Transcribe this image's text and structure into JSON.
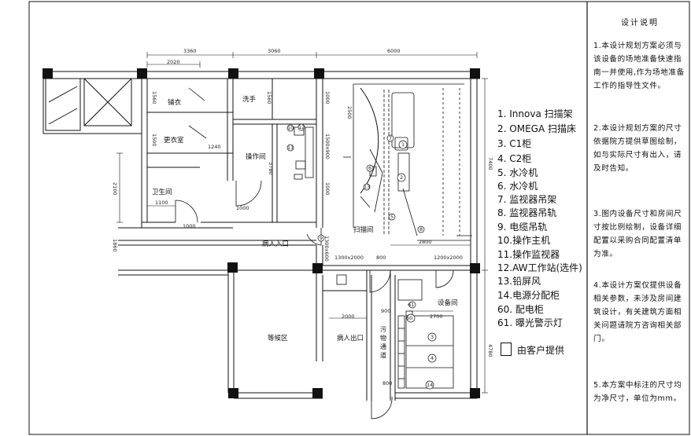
{
  "notes": {
    "title": "设计说明",
    "items": [
      "1.本设计规划方案必须与该设备的场地准备快速指南一并使用,作为场地准备工作的指导性文件。",
      "2.本设计规划方案的尺寸依据院方提供草图绘制，如与实际尺寸有出入，请及时告知。",
      "3.图内设备尺寸和房间尺寸按比例绘制，设备详细配置以采购合同配置清单为准。",
      "4.本设计方案仅提供设备相关参数，未涉及房间建筑设计，有关建筑方面相关问题请院方咨询相关部门。",
      "5.本方案中标注的尺寸均为净尺寸，单位为mm。"
    ]
  },
  "equipment_list": [
    "1. Innova 扫描架",
    "2. OMEGA 扫描床",
    "3. C1柜",
    "4. C2柜",
    "5. 水冷机",
    "6. 水冷机",
    "7. 监视器吊架",
    "8. 监视器吊轨",
    "9. 电缆吊轨",
    "10.操作主机",
    "11.操作监视器",
    "12.AW工作站(选件)",
    "13.铅屏风",
    "14.电源分配柜",
    "60. 配电柜",
    "61. 曝光警示灯"
  ],
  "legend": {
    "label": "由客户提供"
  },
  "rooms": {
    "changing1": "铺衣",
    "changing2": "更衣室",
    "wash": "洗手",
    "operation": "操作间",
    "toilet": "卫生间",
    "scan": "扫描间",
    "patient_entry": "病人入口",
    "waiting": "等候区",
    "patient_exit": "病人出口",
    "dirty_passage": "污物通道",
    "equipment": "设备间"
  },
  "dimensions": {
    "d3360": "3360",
    "d3060": "3060",
    "d6000": "6000",
    "d2020": "2020",
    "d1560a": "1560",
    "d1560b": "1560",
    "d1500": "1500",
    "d1240": "1240",
    "d3780": "3780",
    "d2100": "2100",
    "d1100": "1100",
    "d1000a": "1000",
    "d1000b": "1000",
    "d1000c": "1000",
    "d1000d": "1000",
    "d1500x900": "1500x900",
    "d2500": "2500",
    "d7400": "7400",
    "d2800": "2800",
    "d1860": "1860",
    "d1300x2000": "1300x2000",
    "d800a": "800",
    "d800b": "800",
    "d1200x2000": "1200x2000",
    "d900": "900",
    "d2000": "2000",
    "d2700": "2700",
    "d4780": "4780",
    "d1300x600": "1300x600"
  },
  "markers": [
    "1",
    "2",
    "3",
    "4",
    "5",
    "6",
    "7",
    "8",
    "9",
    "10",
    "11",
    "12",
    "13",
    "14",
    "60",
    "61"
  ]
}
